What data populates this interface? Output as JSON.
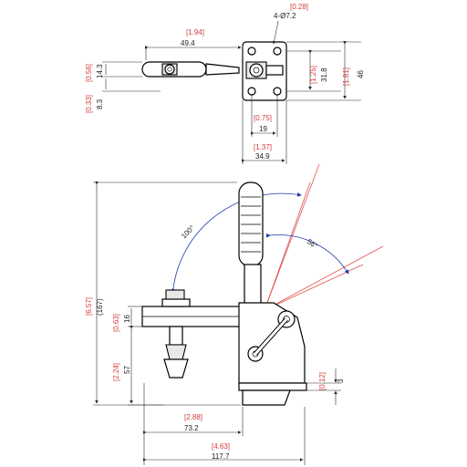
{
  "drawing": {
    "top_view": {
      "hole_spec_in": "[0.28]",
      "hole_spec_mm": "4-Ø7.2",
      "width_handle_in": "[1.94]",
      "width_handle_mm": "49.4",
      "height_bar_in": "[0.56]",
      "height_bar_mm": "14.3",
      "offset_in": "[0.33]",
      "offset_mm": "8.3",
      "base_h_in": "[1.25]",
      "base_h_mm": "31.8",
      "base_total_in": "[1.81]",
      "base_total_mm": "46",
      "hole_spacing_in": "[0.75]",
      "hole_spacing_mm": "19",
      "base_w_in": "[1.37]",
      "base_w_mm": "34.9"
    },
    "side_view": {
      "angle_open": "100°",
      "angle_handle": "56°",
      "total_h_in": "[6.57]",
      "total_h_mm": "(167)",
      "spindle_h_in": "[0.63]",
      "spindle_h_mm": "16",
      "spindle_base_in": "[2.24]",
      "spindle_base_mm": "57",
      "base_thk_in": "[0.12]",
      "base_thk_mm": "3",
      "reach_in": "[2.88]",
      "reach_mm": "73.2",
      "overall_len_in": "[4.63]",
      "overall_len_mm": "117.7"
    }
  }
}
